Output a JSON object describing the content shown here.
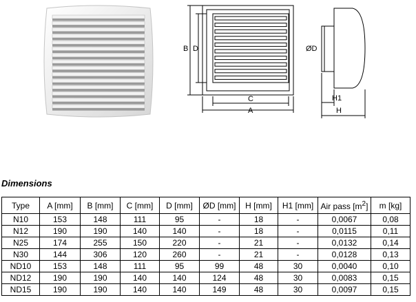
{
  "drawing": {
    "labels": {
      "b": "B",
      "d": "D",
      "c": "C",
      "a": "A",
      "od": "ØD",
      "h1": "H1",
      "h": "H"
    }
  },
  "dimensions": {
    "title": "Dimensions",
    "columns": [
      "Type",
      "A [mm]",
      "B [mm]",
      "C [mm]",
      "D [mm]",
      "ØD [mm]",
      "H [mm]",
      "H1 [mm]",
      "Air pass [m",
      "m [kg]"
    ],
    "air_pass_exponent": "2",
    "air_pass_suffix": "]",
    "rows": [
      [
        "N10",
        "153",
        "148",
        "111",
        "95",
        "-",
        "18",
        "-",
        "0,0067",
        "0,08"
      ],
      [
        "N12",
        "190",
        "190",
        "140",
        "140",
        "-",
        "18",
        "-",
        "0,0115",
        "0,11"
      ],
      [
        "N25",
        "174",
        "255",
        "150",
        "220",
        "-",
        "21",
        "-",
        "0,0132",
        "0,14"
      ],
      [
        "N30",
        "144",
        "306",
        "120",
        "260",
        "-",
        "21",
        "-",
        "0,0128",
        "0,13"
      ],
      [
        "ND10",
        "153",
        "148",
        "111",
        "95",
        "99",
        "48",
        "30",
        "0,0040",
        "0,10"
      ],
      [
        "ND12",
        "190",
        "190",
        "140",
        "140",
        "124",
        "48",
        "30",
        "0,0083",
        "0,15"
      ],
      [
        "ND15",
        "190",
        "190",
        "140",
        "140",
        "149",
        "48",
        "30",
        "0,0097",
        "0,15"
      ]
    ]
  }
}
